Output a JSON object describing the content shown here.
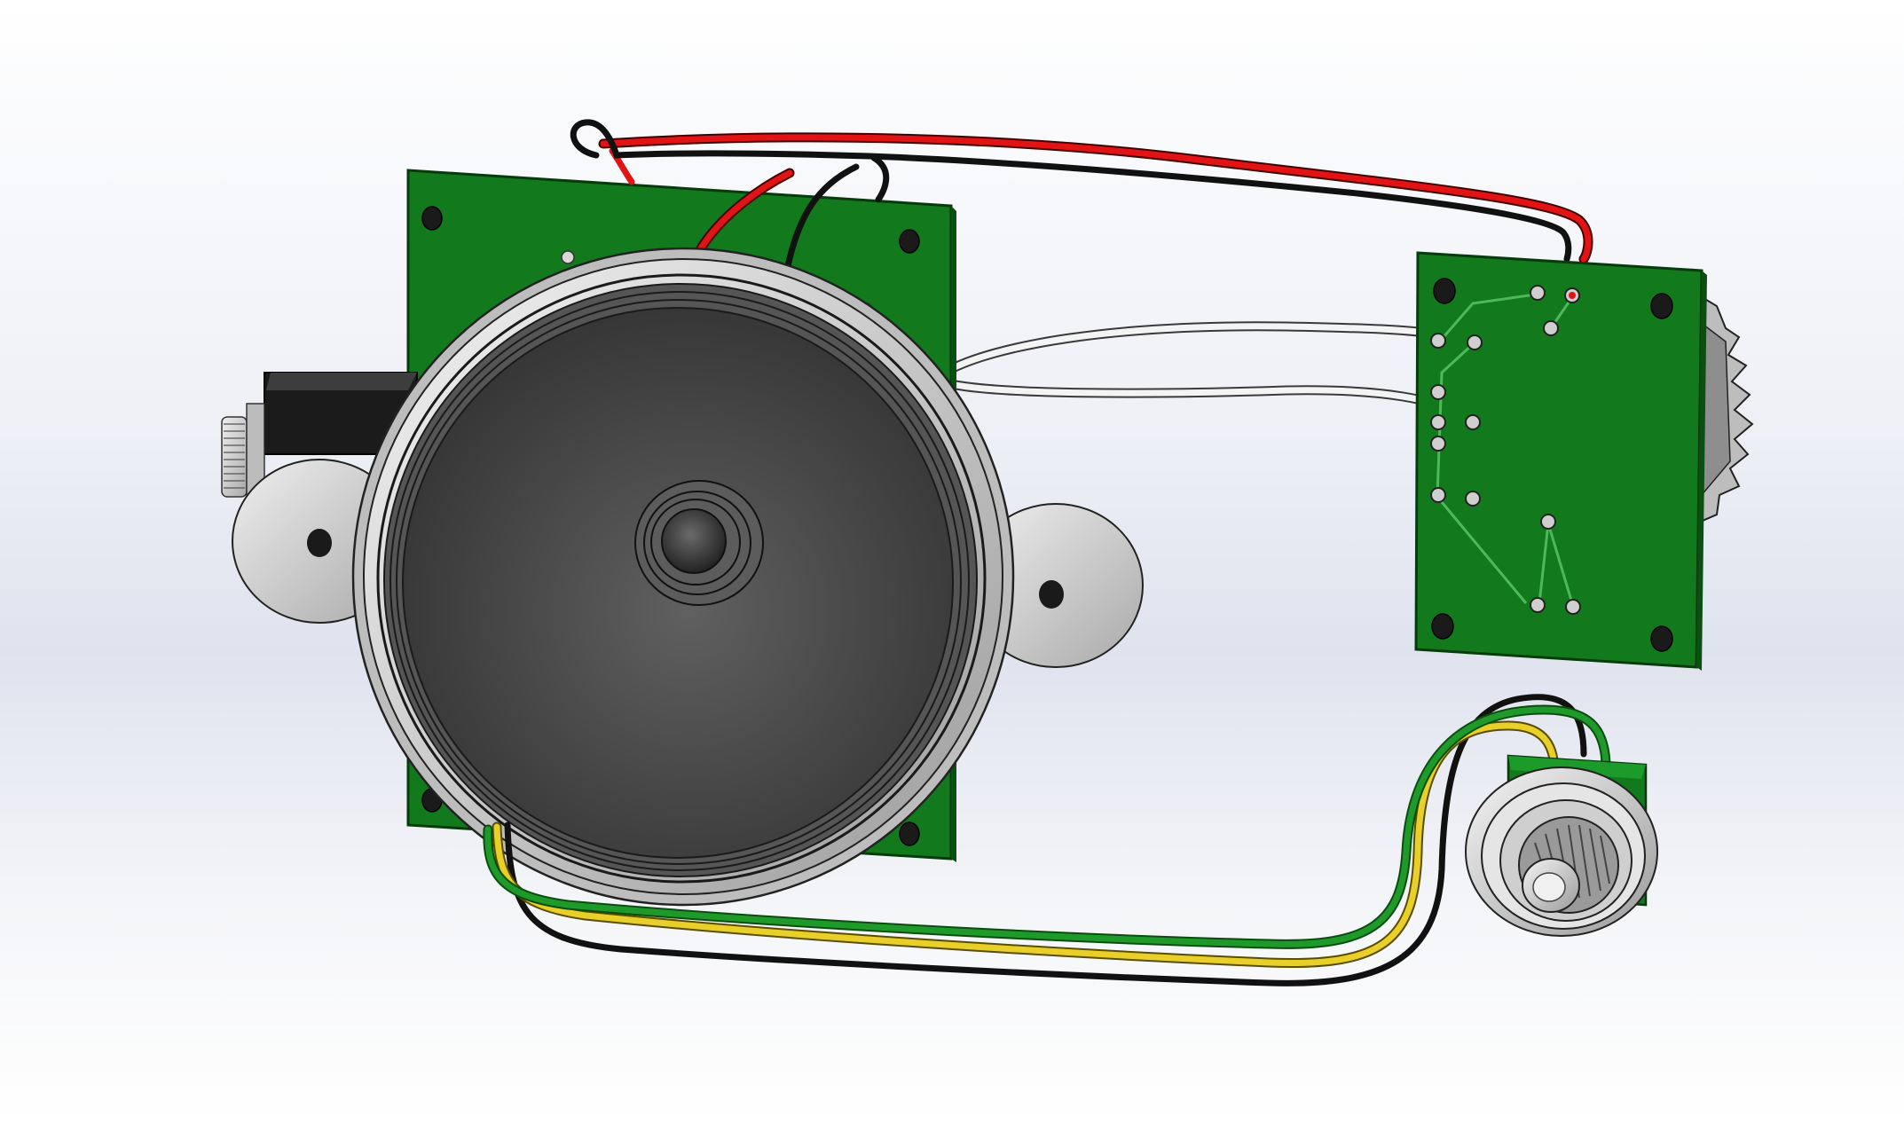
{
  "scene": {
    "background_top": "#ffffff",
    "background_mid": "#dfe3ee",
    "pcb_color": "#127a1d",
    "pcb_edge": "#0b4f12",
    "trace_color": "#4fb85a",
    "speaker_cone": "#4a4a4a",
    "metal": "#c8c8c8",
    "components": [
      {
        "name": "main-pcb",
        "kind": "circuit-board"
      },
      {
        "name": "speaker",
        "kind": "loudspeaker"
      },
      {
        "name": "audio-jack",
        "kind": "connector"
      },
      {
        "name": "control-pcb",
        "kind": "circuit-board"
      },
      {
        "name": "rotary-knob",
        "kind": "potentiometer"
      },
      {
        "name": "encoder",
        "kind": "rotary-encoder"
      }
    ],
    "wires": [
      {
        "name": "red-wire",
        "color": "#e01414"
      },
      {
        "name": "black-wire",
        "color": "#111111"
      },
      {
        "name": "white-wire",
        "color": "#f2f2f2"
      },
      {
        "name": "green-wire",
        "color": "#1f9a2a"
      },
      {
        "name": "yellow-wire",
        "color": "#e9cf2a"
      }
    ]
  }
}
